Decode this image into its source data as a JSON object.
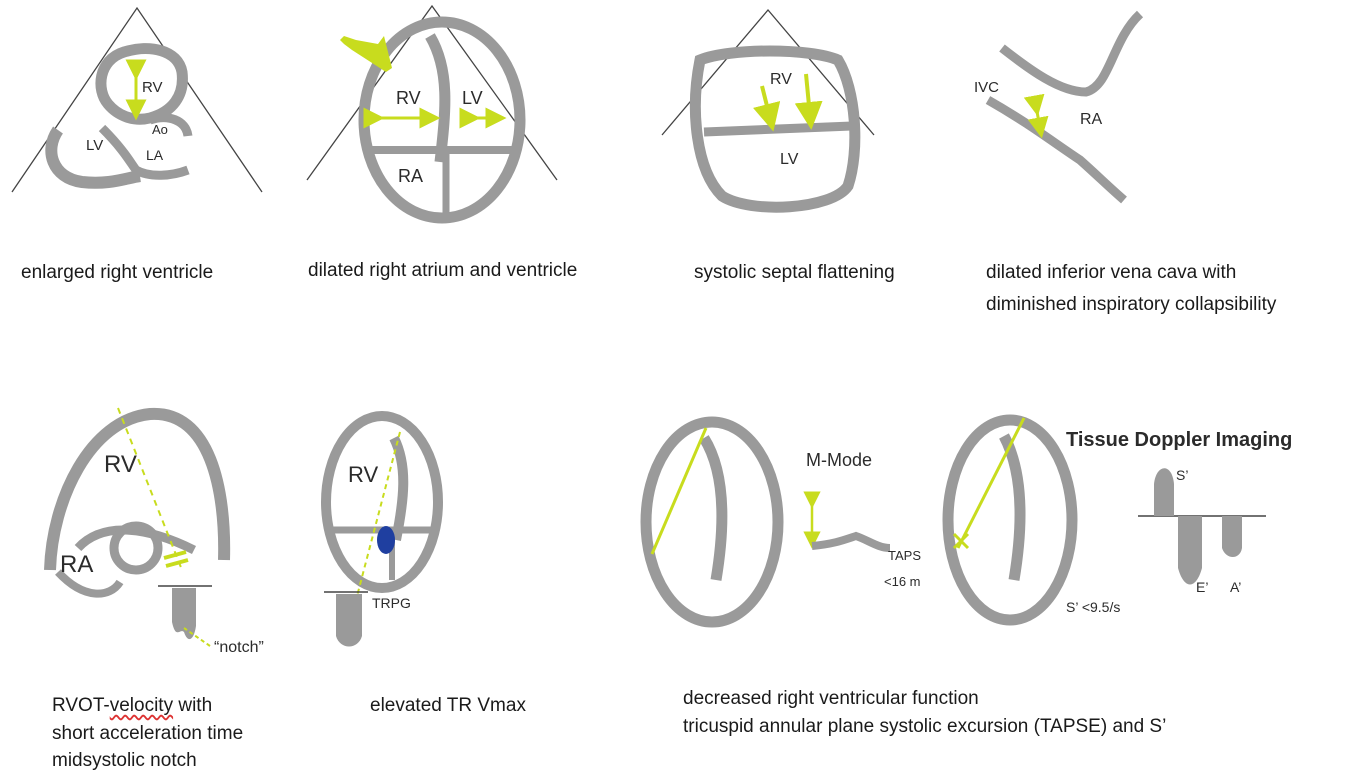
{
  "colors": {
    "tissue": "#9a9a9a",
    "arrow": "#c8dc1e",
    "jet": "#1f3fa0",
    "line": "#444444"
  },
  "panels": {
    "p1": {
      "caption": "enlarged right ventricle",
      "labels": [
        "RV",
        "LV",
        "Ao",
        "LA"
      ]
    },
    "p2": {
      "caption": "dilated right atrium and ventricle",
      "labels": [
        "RV",
        "LV",
        "RA"
      ]
    },
    "p3": {
      "caption": "systolic septal flattening",
      "labels": [
        "RV",
        "LV"
      ]
    },
    "p4": {
      "caption_line1": "dilated inferior vena cava with",
      "caption_line2": "diminished inspiratory collapsibility",
      "labels": [
        "IVC",
        "RA"
      ]
    },
    "p5": {
      "caption_line1_a": "RVOT-",
      "caption_line1_b": "velocity",
      "caption_line1_c": " with",
      "caption_line2": "short acceleration time",
      "caption_line3": "midsystolic notch",
      "labels": [
        "RV",
        "RA",
        "“notch”"
      ]
    },
    "p6": {
      "caption": "elevated TR Vmax",
      "labels": [
        "RV",
        "TRPG"
      ]
    },
    "p7": {
      "caption_line1": "decreased right ventricular function",
      "caption_line2": "tricuspid annular plane systolic excursion (TAPSE) and S’",
      "labels": [
        "M-Mode",
        "TAPS",
        "<16 m",
        "Tissue Doppler Imaging",
        "S’",
        "S’ <9.5/s",
        "E’",
        "A’"
      ]
    }
  }
}
